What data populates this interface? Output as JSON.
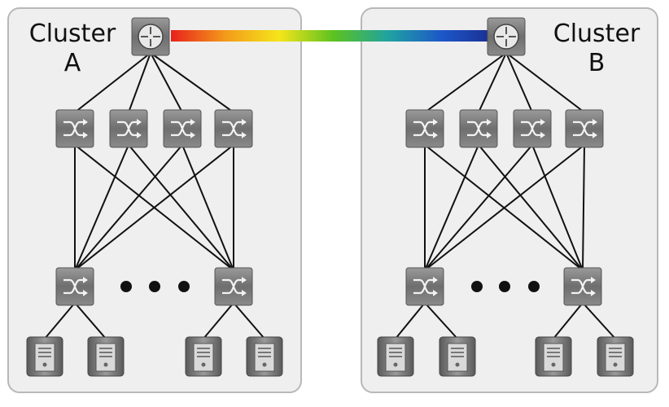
{
  "clusters": [
    {
      "id": "a",
      "label_line1": "Cluster",
      "label_line2": "A"
    },
    {
      "id": "b",
      "label_line1": "Cluster",
      "label_line2": "B"
    }
  ],
  "icons": {
    "router": "router-icon",
    "switch": "switch-icon",
    "server": "server-icon",
    "ellipsis": "ellipsis-icon"
  },
  "link_gradient": [
    "#e8211c",
    "#f39a1a",
    "#f5e51a",
    "#5cc21f",
    "#1fa3a0",
    "#1d57c9",
    "#1a2b8c"
  ],
  "colors": {
    "panel_fill": "#efefef",
    "panel_border": "#b8b8b8",
    "device_fill": "#777777",
    "line": "#111111"
  }
}
